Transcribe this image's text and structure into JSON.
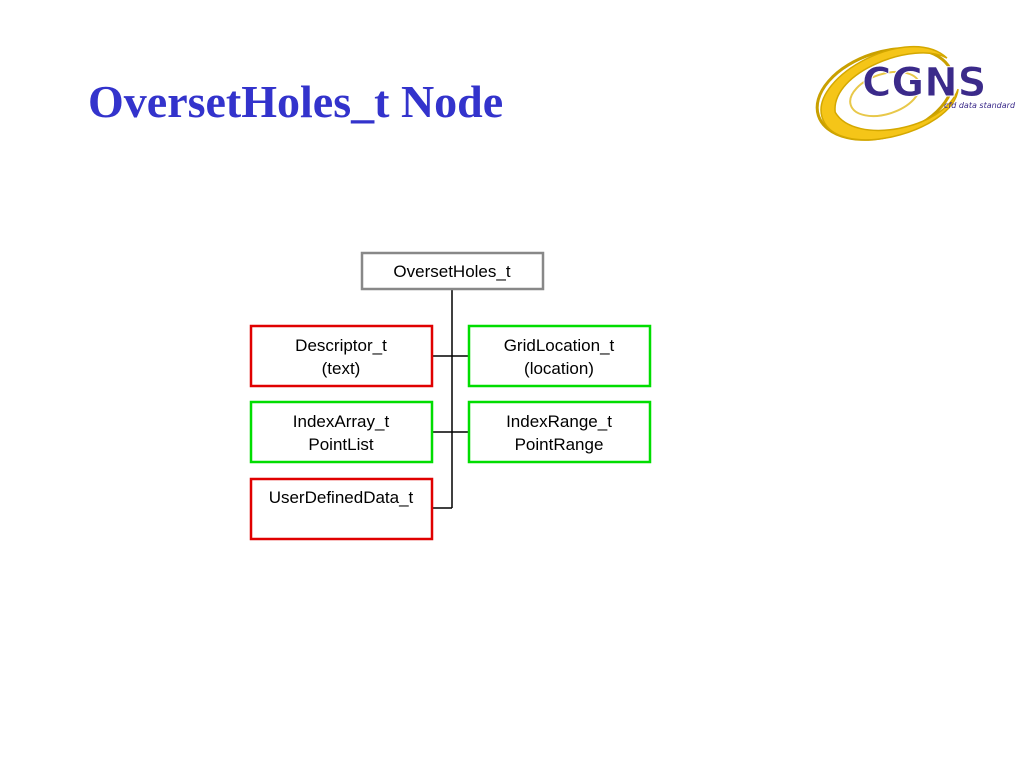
{
  "title": "OversetHoles_t Node",
  "logo": {
    "text": "CGNS",
    "tagline": "cfd data standard",
    "colors": {
      "swirl": "#f5c518",
      "swirl_dark": "#c9a000",
      "text": "#3b2a8a"
    }
  },
  "colors": {
    "title": "#3333cc",
    "root_border": "#888888",
    "required_border": "#00dd00",
    "optional_border": "#e00000",
    "connector": "#000000"
  },
  "diagram": {
    "root": {
      "label": "OversetHoles_t"
    },
    "nodes": [
      {
        "line1": "Descriptor_t",
        "line2": "(text)",
        "kind": "optional"
      },
      {
        "line1": "GridLocation_t",
        "line2": "(location)",
        "kind": "required"
      },
      {
        "line1": "IndexArray_t",
        "line2": "PointList",
        "kind": "required"
      },
      {
        "line1": "IndexRange_t",
        "line2": "PointRange",
        "kind": "required"
      },
      {
        "line1": "UserDefinedData_t",
        "line2": "",
        "kind": "optional"
      }
    ]
  }
}
